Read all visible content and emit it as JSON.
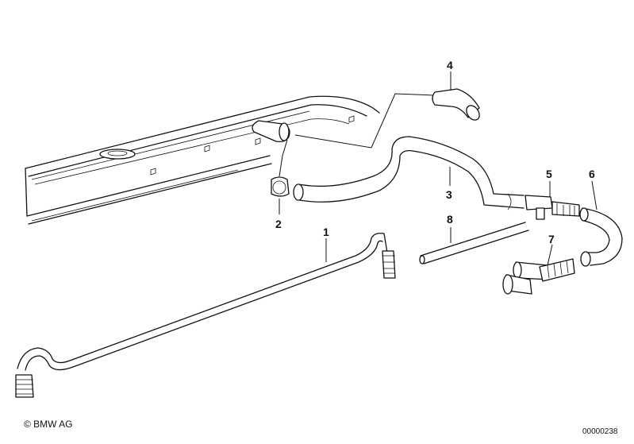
{
  "diagram": {
    "parts": [
      {
        "number": "1"
      },
      {
        "number": "2"
      },
      {
        "number": "3"
      },
      {
        "number": "4"
      },
      {
        "number": "5"
      },
      {
        "number": "6"
      },
      {
        "number": "7"
      },
      {
        "number": "8"
      }
    ]
  },
  "footer": {
    "copyright": "© BMW AG",
    "diagram_id": "00000238"
  },
  "colors": {
    "line": "#111111",
    "background": "#ffffff"
  }
}
